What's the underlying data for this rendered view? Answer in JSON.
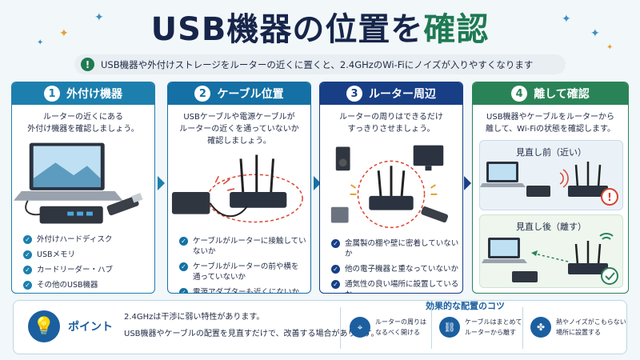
{
  "title": {
    "main": "USB機器の位置を",
    "highlight": "確認"
  },
  "banner": {
    "text": "USB機器や外付けストレージをルーターの近くに置くと、2.4GHzのWi-Fiにノイズが入りやすくなります"
  },
  "cards": [
    {
      "number": "1",
      "title": "外付け機器",
      "description": "ルーターの近くにある\n外付け機器を確認しましょう。",
      "items": [
        "外付けハードディスク",
        "USBメモリ",
        "カードリーダー・ハブ",
        "その他のUSB機器"
      ]
    },
    {
      "number": "2",
      "title": "ケーブル位置",
      "description": "USBケーブルや電源ケーブルが\nルーターの近くを通っていないか\n確認しましょう。",
      "items": [
        "ケーブルがルーターに接触していないか",
        "ケーブルがルーターの前や横を\n通っていないか",
        "電源アダプターも近くにないか"
      ]
    },
    {
      "number": "3",
      "title": "ルーター周辺",
      "description": "ルーターの周りはできるだけ\nすっきりさせましょう。",
      "items": [
        "金属製の棚や壁に密着していないか",
        "他の電子機器と重なっていないか",
        "通気性の良い場所に設置しているか"
      ]
    },
    {
      "number": "4",
      "title": "離して確認",
      "description": "USB機器やケーブルをルーターから\n離して、Wi-Fiの状態を確認します。",
      "before_label": "見直し前（近い）",
      "after_label": "見直し後（離す）"
    }
  ],
  "colors": {
    "card1": "#1d7fae",
    "card2": "#1470a5",
    "card3": "#183f86",
    "card4": "#2a8357",
    "warn": "#d9432f"
  },
  "bottom": {
    "point_label": "ポイント",
    "point_lines": [
      "2.4GHzは干渉に弱い特性があります。",
      "USB機器やケーブルの配置を見直すだけで、改善する場合があります。"
    ],
    "tips_title": "効果的な配置のコツ",
    "tips": [
      {
        "icon": "location-pin-icon",
        "text": "ルーターの周りは\nなるべく開ける"
      },
      {
        "icon": "link-icon",
        "text": "ケーブルはまとめて\nルーターから離す"
      },
      {
        "icon": "fan-icon",
        "text": "熱やノイズがこもらない\n場所に設置する"
      }
    ]
  }
}
